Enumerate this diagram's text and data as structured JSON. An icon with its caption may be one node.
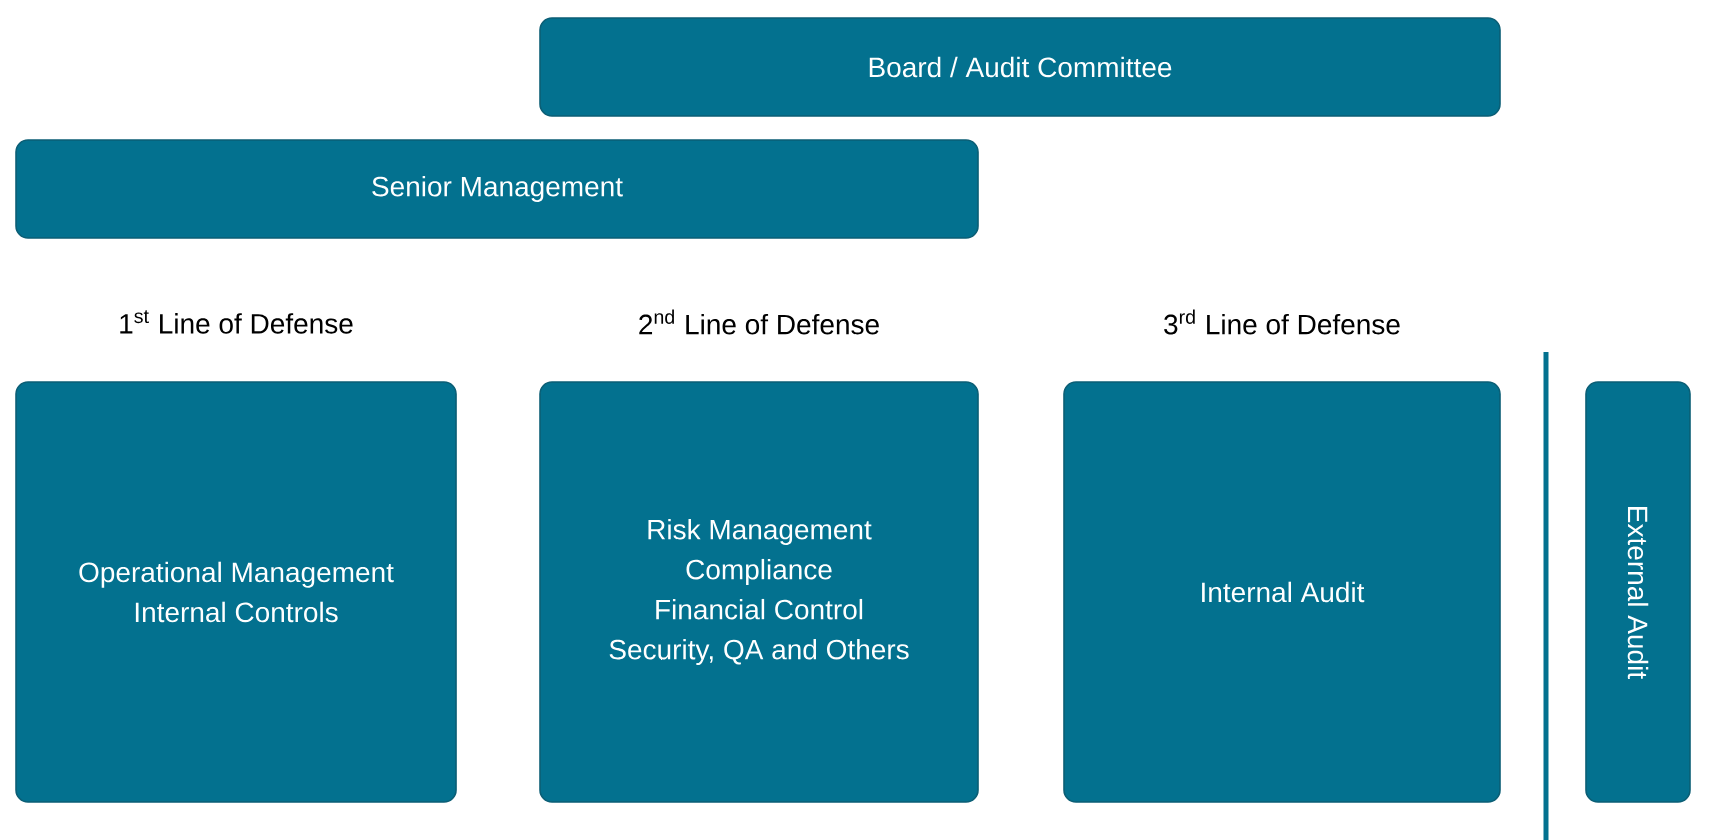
{
  "diagram": {
    "nodes": [
      {
        "text": [
          "Board / Audit Committee"
        ]
      },
      {
        "text": [
          "Senior Management"
        ]
      },
      {
        "text": [
          "1$^{st}$ Line of Defense",
          "Operational Management",
          "Internal Controls"
        ]
      },
      {
        "text": [
          "2$^{nd}$ Line of Defense",
          "Risk Management",
          "Compliance",
          "Financial Control",
          "Security, QA and Others"
        ]
      },
      {
        "text": [
          "3$^{rd}$ Line of Defense",
          "Internal Audit"
        ]
      },
      {
        "text": [
          "External Audit"
        ]
      }
    ]
  }
}
